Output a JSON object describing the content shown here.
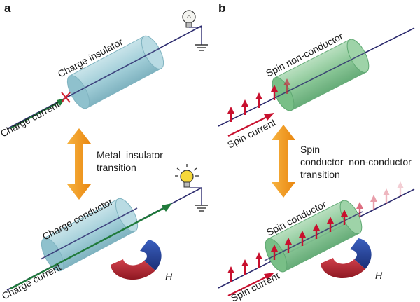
{
  "panel_a": {
    "letter": "a",
    "top": {
      "cylinder_label": "Charge insulator",
      "current_label": "Charge current",
      "bulb": "light-bulb-off"
    },
    "transition_label_line1": "Metal–insulator",
    "transition_label_line2": "transition",
    "bottom": {
      "cylinder_label": "Charge conductor",
      "current_label": "Charge current",
      "bulb": "light-bulb-on",
      "field_label": "H"
    }
  },
  "panel_b": {
    "letter": "b",
    "top": {
      "cylinder_label": "Spin non-conductor",
      "current_label": "Spin current"
    },
    "transition_label_line1": "Spin",
    "transition_label_line2": "conductor–non-conductor",
    "transition_label_line3": "transition",
    "bottom": {
      "cylinder_label": "Spin conductor",
      "current_label": "Spin current",
      "field_label": "H"
    }
  },
  "colors": {
    "charge_cylinder": "#9dcbd6",
    "spin_cylinder": "#7fc08c",
    "wire": "#2c2b6e",
    "charge_arrow": "#1f7a3a",
    "spin_arrow": "#c8102e",
    "transition_arrow": "#f29a1f",
    "magnet_red": "#b3212e",
    "magnet_blue": "#24449a"
  }
}
